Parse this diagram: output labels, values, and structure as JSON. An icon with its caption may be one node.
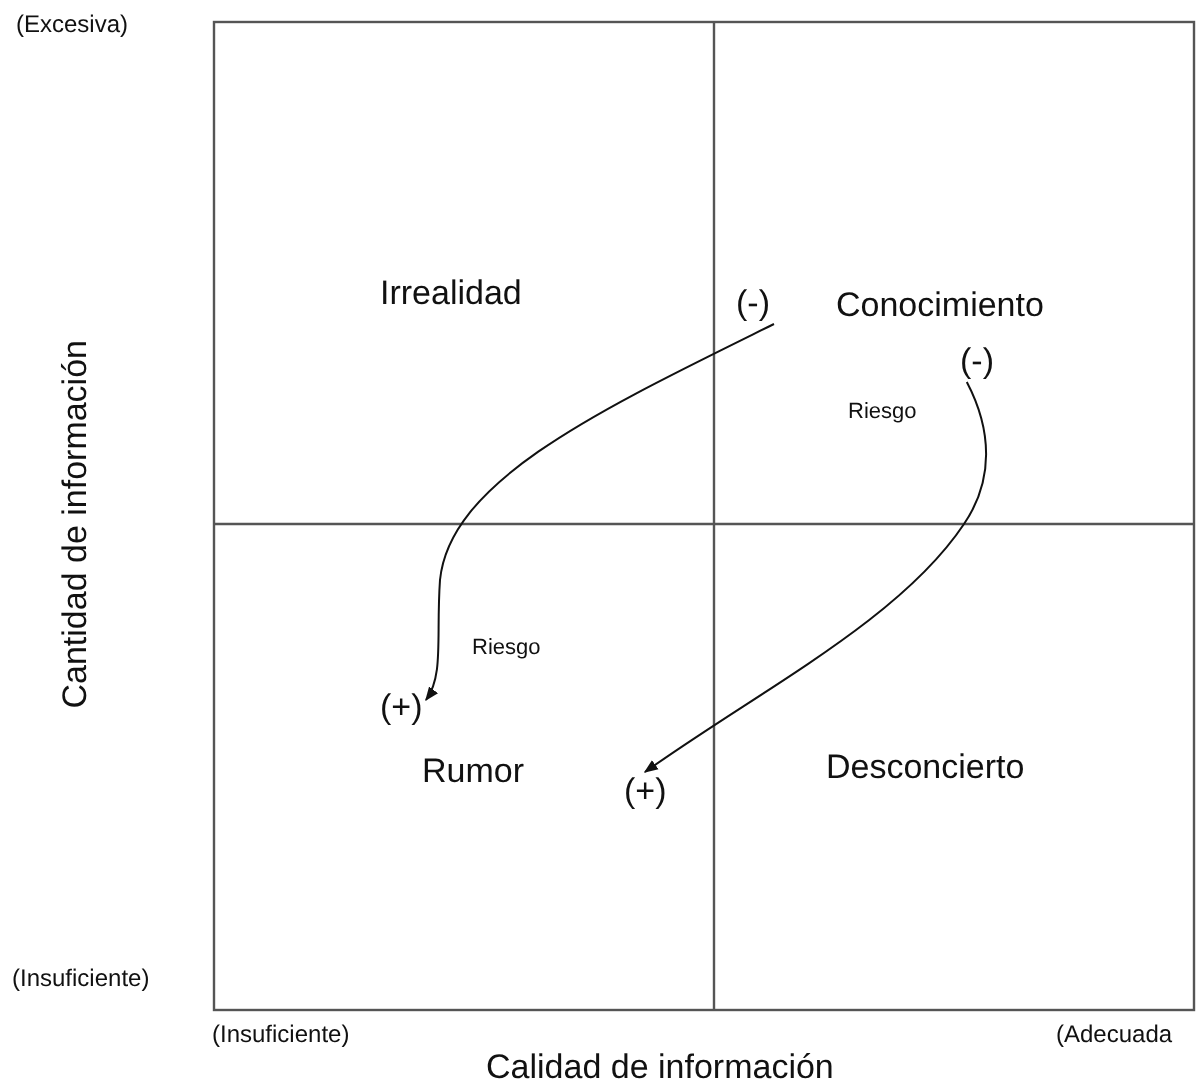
{
  "diagram": {
    "nodes": [
      {
        "text": [
          "Irrealidad"
        ]
      },
      {
        "text": [
          "(-)"
        ]
      },
      {
        "text": [
          "Conocimiento"
        ]
      },
      {
        "text": [
          "(-)"
        ]
      },
      {
        "text": [
          "(+)"
        ]
      },
      {
        "text": [
          "Rumor"
        ]
      },
      {
        "text": [
          "(+)"
        ]
      },
      {
        "text": [
          "Desconcierto"
        ]
      }
    ],
    "edges": [
      {
        "from": 1,
        "to": 4,
        "arrow": "to",
        "label": "Riesgo"
      },
      {
        "from": 3,
        "to": 6,
        "arrow": "to",
        "label": "Riesgo"
      }
    ],
    "labels": [
      "(Excesiva)",
      "Cantidad de información",
      "(Insuficiente)",
      "(Insuficiente)",
      "Calidad de información",
      "(Adecuada"
    ]
  }
}
